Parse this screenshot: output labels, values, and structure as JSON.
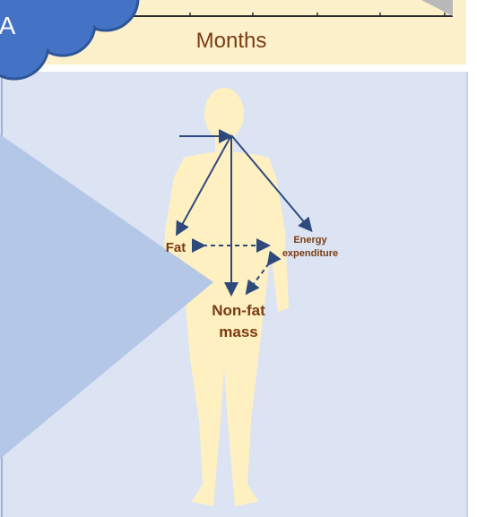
{
  "panel": {
    "letter": "A"
  },
  "chart": {
    "xlabel": "Months"
  },
  "diagram": {
    "nodes": {
      "fat": "Fat",
      "energy_line1": "Energy",
      "energy_line2": "expenditure",
      "nonfat_line1": "Non-fat",
      "nonfat_line2": "mass"
    }
  },
  "colors": {
    "top_panel_bg": "#fdf1cc",
    "diagram_panel_bg": "#dce4f3",
    "body_silhouette": "#fff0c2",
    "arrow": "#2e4a7d",
    "label_text": "#7a3b12",
    "cloud_fill": "#4472c4",
    "cloud_stroke": "#2f5597",
    "wedge_fill": "#b4c7e7"
  }
}
